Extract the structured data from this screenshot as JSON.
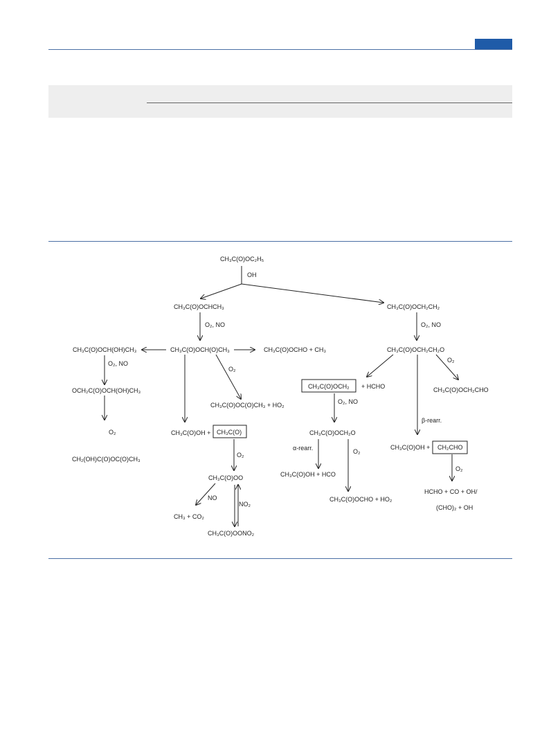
{
  "nodes": {
    "ethyl_acetate": "CH₃C(O)OC₂H₅",
    "radical_a": "CH₃C(O)OCHCH₃",
    "radical_b": "CH₃C(O)OCH₂CH₂",
    "alkoxy_a": "CH₃C(O)OCH(O)CH₃",
    "alkoxy_b": "CH₃C(O)OCH₂CH₂O",
    "left_1": "CH₃C(O)OCH(OH)CH₃",
    "left_2": "OCH₂C(O)OCH(OH)CH₃",
    "left_3": "CH₂(OH)C(O)OC(O)CH₃",
    "acetic_formate": "CH₃C(O)OCHO + CH₃",
    "anhydride": "CH₃C(O)OC(O)CH₃ + HO₂",
    "acetic_acid_a": "CH₃C(O)OH +",
    "acetyl_box": "CH₃C(O)",
    "acetylperoxy": "CH₃C(O)OO",
    "ch3_co2": "CH₃ + CO₂",
    "pan": "CH₃C(O)OONO₂",
    "box_methoxy": "CH₃C(O)OCH₂",
    "hcho_a": "+ HCHO",
    "ester_aldehyde": "CH₃C(O)OCH₂CHO",
    "acetoxymethoxy": "CH₃C(O)OCH₂O",
    "acetic_hco": "CH₃C(O)OH + HCO",
    "acetic_formic_anh": "CH₃C(O)OCHO + HO₂",
    "acetic_acid_b": "CH₃C(O)OH +",
    "box_ch2cho": "CH₂CHO",
    "products_1": "HCHO + CO + OH/",
    "products_2": "(CHO)₂ + OH"
  },
  "labels": {
    "oh": "OH",
    "o2_no": "O₂, NO",
    "o2": "O₂",
    "no": "NO",
    "no2": "NO₂",
    "alpha_rearr": "α-rearr.",
    "beta_rearr": "β-rearr."
  }
}
